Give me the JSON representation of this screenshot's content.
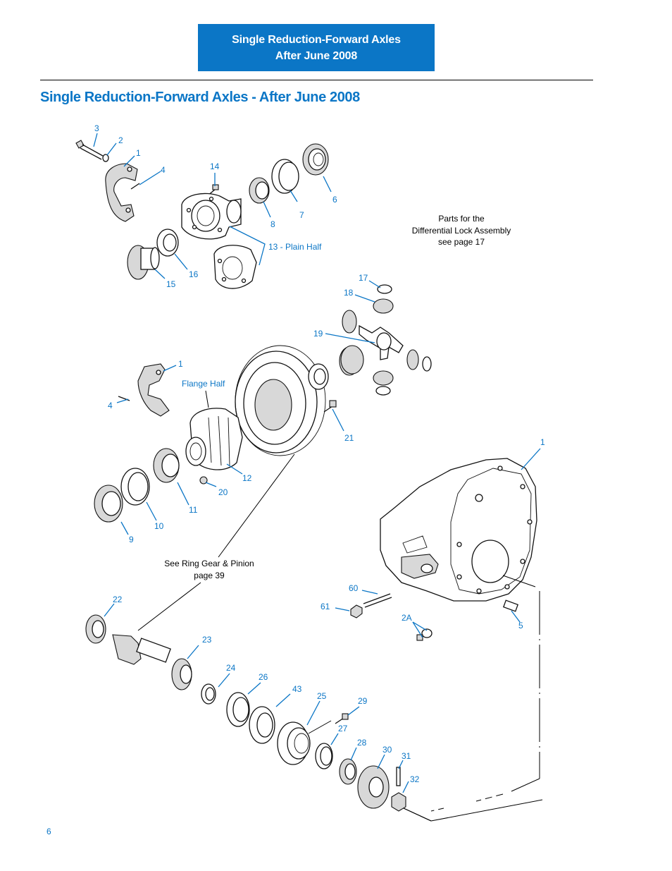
{
  "header": {
    "line1": "Single Reduction-Forward Axles",
    "line2": "After June 2008"
  },
  "page_title": "Single Reduction-Forward Axles - After June 2008",
  "notes": {
    "diff_lock_line1": "Parts for the",
    "diff_lock_line2": "Differential Lock Assembly",
    "diff_lock_line3": "see page 17",
    "ring_gear_line1": "See Ring Gear & Pinion",
    "ring_gear_line2": "page 39"
  },
  "callouts": {
    "c3": "3",
    "c2": "2",
    "c1a": "1",
    "c4a": "4",
    "c14": "14",
    "c6": "6",
    "c7": "7",
    "c8": "8",
    "c13": "13 - Plain Half",
    "c16": "16",
    "c15": "15",
    "c17": "17",
    "c18": "18",
    "c19": "19",
    "c1b": "1",
    "flange": "Flange Half",
    "c4b": "4",
    "c21": "21",
    "c12": "12",
    "c20": "20",
    "c11": "11",
    "c10": "10",
    "c9": "9",
    "c1c": "1",
    "c60": "60",
    "c61": "61",
    "c2a": "2A",
    "c5": "5",
    "c22": "22",
    "c23": "23",
    "c24": "24",
    "c26": "26",
    "c43": "43",
    "c25": "25",
    "c29": "29",
    "c27": "27",
    "c28": "28",
    "c30": "30",
    "c31": "31",
    "c32": "32"
  },
  "page_number": "6",
  "colors": {
    "accent": "#0b76c6",
    "text": "#000000"
  }
}
